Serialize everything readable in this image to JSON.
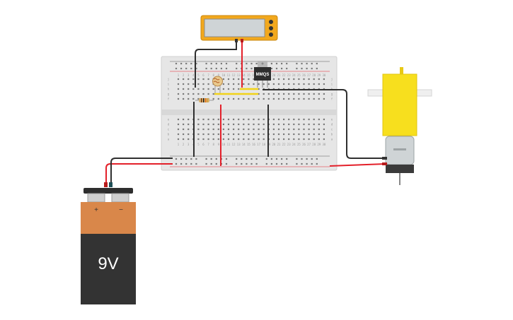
{
  "battery": {
    "label": "9V",
    "plus": "+",
    "minus": "−"
  },
  "chip": {
    "label": "MMQS"
  },
  "breadboard": {
    "row_letters_top": [
      "j",
      "i",
      "h",
      "g",
      "f"
    ],
    "row_letters_bottom": [
      "e",
      "d",
      "c",
      "b",
      "a"
    ],
    "column_numbers": [
      "1",
      "2",
      "3",
      "4",
      "5",
      "6",
      "7",
      "8",
      "9",
      "10",
      "11",
      "12",
      "13",
      "14",
      "15",
      "16",
      "17",
      "18",
      "19",
      "20",
      "21",
      "22",
      "23",
      "24",
      "25",
      "26",
      "27",
      "28",
      "29",
      "30"
    ]
  },
  "colors": {
    "wire_red": "#e3202a",
    "wire_black": "#2f2f2f",
    "wire_yellow": "#f2d31a",
    "breadboard": "#e6e6e6",
    "battery_top": "#d9874a",
    "battery_body": "#333333",
    "motor_yellow": "#f7df1e",
    "lcd_frame": "#f2a81d",
    "lcd_screen": "#cfd4d6"
  }
}
